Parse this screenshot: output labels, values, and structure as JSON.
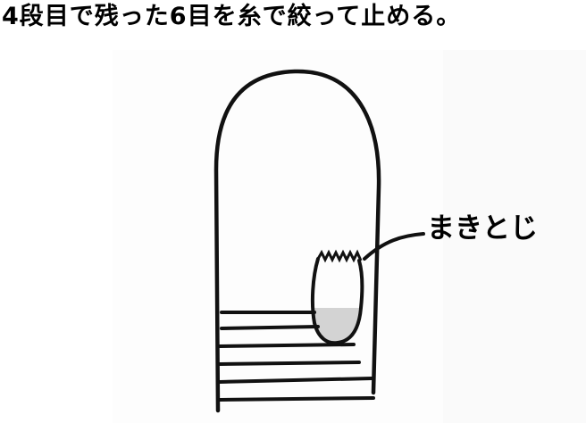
{
  "instruction": {
    "text": "4段目で残った6目を糸で絞って止める。"
  },
  "diagram": {
    "callout_label": "まきとじ",
    "line_color": "#111111",
    "shade_color": "#d3d3d3",
    "paper_color": "#fdfdfd",
    "stripe_count": 5
  }
}
